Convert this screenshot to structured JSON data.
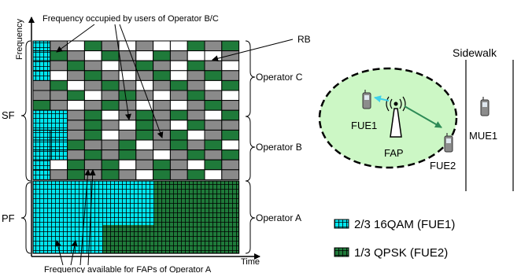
{
  "labels": {
    "axis_y": "Frequency",
    "axis_x": "Time",
    "occupied_note": "Frequency occupied by users of Operator B/C",
    "available_note": "Frequency available for FAPs of Operator A",
    "rb": "RB",
    "operator_c": "Operator C",
    "operator_b": "Operator B",
    "operator_a": "Operator A",
    "sf": "SF",
    "pf": "PF",
    "sidewalk": "Sidewalk",
    "fue1": "FUE1",
    "fue2": "FUE2",
    "fap": "FAP",
    "mue1": "MUE1"
  },
  "legend": [
    {
      "label": "2/3 16QAM (FUE1)",
      "color": "#00e5ee",
      "icon": "cyan-fine-grid-swatch"
    },
    {
      "label": "1/3 QPSK (FUE2)",
      "color": "#1f7a3a",
      "icon": "green-fine-grid-swatch"
    }
  ],
  "colors": {
    "cyan": "#00e5ee",
    "green": "#1f7a3a",
    "gray": "#8a8a8a",
    "white": "#ffffff",
    "bubble": "#ccf7c5"
  }
}
